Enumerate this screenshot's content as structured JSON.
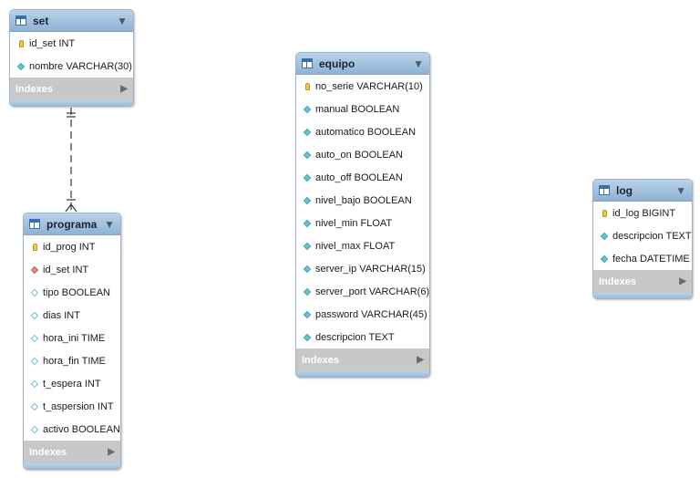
{
  "tables": {
    "set": {
      "name": "set",
      "columns": [
        {
          "label": "id_set INT",
          "icon": "key-icon"
        },
        {
          "label": "nombre VARCHAR(30)",
          "icon": "column-icon"
        }
      ],
      "indexes": "Indexes"
    },
    "programa": {
      "name": "programa",
      "columns": [
        {
          "label": "id_prog INT",
          "icon": "key-icon"
        },
        {
          "label": "id_set INT",
          "icon": "foreign-key-icon"
        },
        {
          "label": "tipo BOOLEAN",
          "icon": "nullable-column-icon"
        },
        {
          "label": "dias INT",
          "icon": "nullable-column-icon"
        },
        {
          "label": "hora_ini TIME",
          "icon": "nullable-column-icon"
        },
        {
          "label": "hora_fin TIME",
          "icon": "nullable-column-icon"
        },
        {
          "label": "t_espera INT",
          "icon": "nullable-column-icon"
        },
        {
          "label": "t_aspersion INT",
          "icon": "nullable-column-icon"
        },
        {
          "label": "activo BOOLEAN",
          "icon": "nullable-column-icon"
        }
      ],
      "indexes": "Indexes"
    },
    "equipo": {
      "name": "equipo",
      "columns": [
        {
          "label": "no_serie VARCHAR(10)",
          "icon": "key-icon"
        },
        {
          "label": "manual BOOLEAN",
          "icon": "column-icon"
        },
        {
          "label": "automatico BOOLEAN",
          "icon": "column-icon"
        },
        {
          "label": "auto_on BOOLEAN",
          "icon": "column-icon"
        },
        {
          "label": "auto_off BOOLEAN",
          "icon": "column-icon"
        },
        {
          "label": "nivel_bajo BOOLEAN",
          "icon": "column-icon"
        },
        {
          "label": "nivel_min FLOAT",
          "icon": "column-icon"
        },
        {
          "label": "nivel_max FLOAT",
          "icon": "column-icon"
        },
        {
          "label": "server_ip VARCHAR(15)",
          "icon": "column-icon"
        },
        {
          "label": "server_port VARCHAR(6)",
          "icon": "column-icon"
        },
        {
          "label": "password VARCHAR(45)",
          "icon": "column-icon"
        },
        {
          "label": "descripcion TEXT",
          "icon": "column-icon"
        }
      ],
      "indexes": "Indexes"
    },
    "log": {
      "name": "log",
      "columns": [
        {
          "label": "id_log BIGINT",
          "icon": "key-icon"
        },
        {
          "label": "descripcion TEXT",
          "icon": "column-icon"
        },
        {
          "label": "fecha DATETIME",
          "icon": "column-icon"
        }
      ],
      "indexes": "Indexes"
    }
  },
  "relationship": {
    "from": "set",
    "to": "programa",
    "type": "one-to-many",
    "identifying": false
  }
}
